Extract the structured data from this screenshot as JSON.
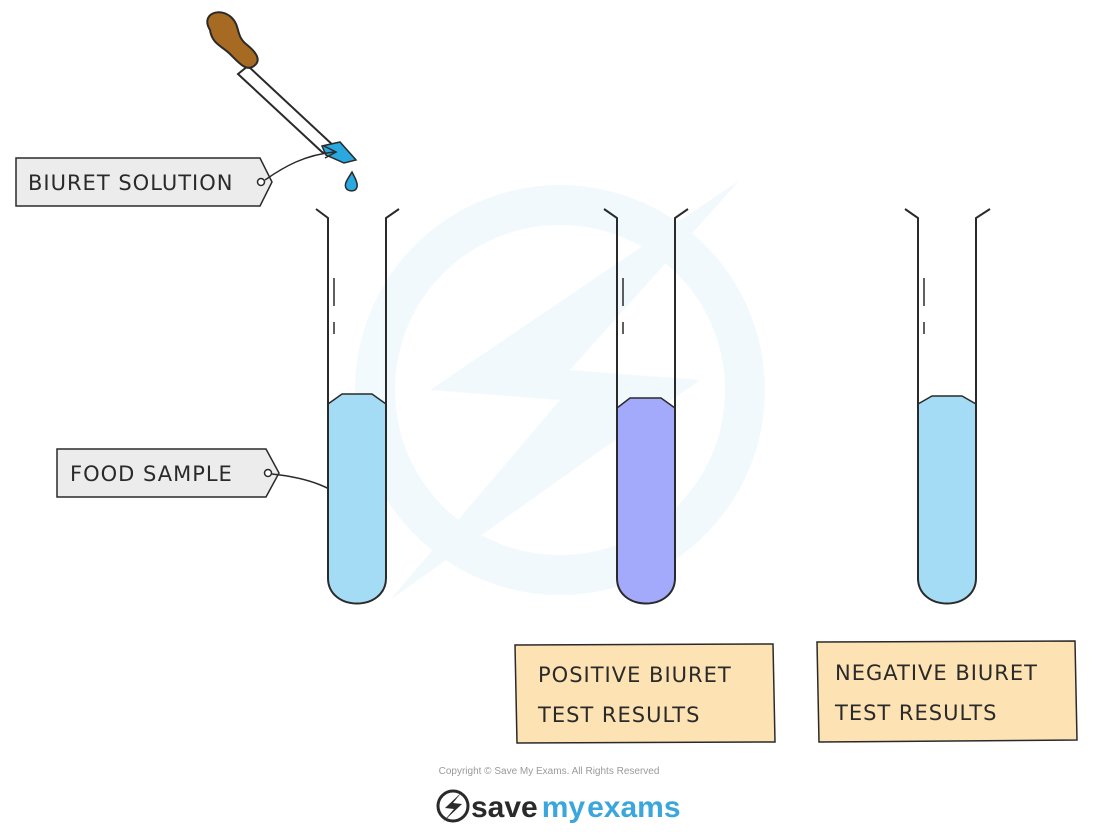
{
  "labels": {
    "biuret_solution": "BIURET  SOLUTION",
    "food_sample": "FOOD  SAMPLE"
  },
  "results": {
    "positive": {
      "line1": "POSITIVE  BIURET",
      "line2": "TEST RESULTS"
    },
    "negative": {
      "line1": "NEGATIVE  BIURET",
      "line2": "TEST RESULTS"
    }
  },
  "footer": {
    "copyright": "Copyright © Save My Exams. All Rights Reserved",
    "brand_save": "save",
    "brand_my": "my",
    "brand_exams": "exams"
  },
  "colors": {
    "biuret_blue": "#a4dcf5",
    "positive_purple": "#a3a9fb",
    "result_box": "#fde2b4",
    "tag_fill": "#ececec",
    "dropper_bulb": "#a76a22",
    "drop_blue": "#29a9e0",
    "brand_blue": "#3aa6dc"
  },
  "icons": {
    "logo": "lightning-bolt-icon",
    "dropper": "pipette-icon",
    "drop": "droplet-icon"
  }
}
